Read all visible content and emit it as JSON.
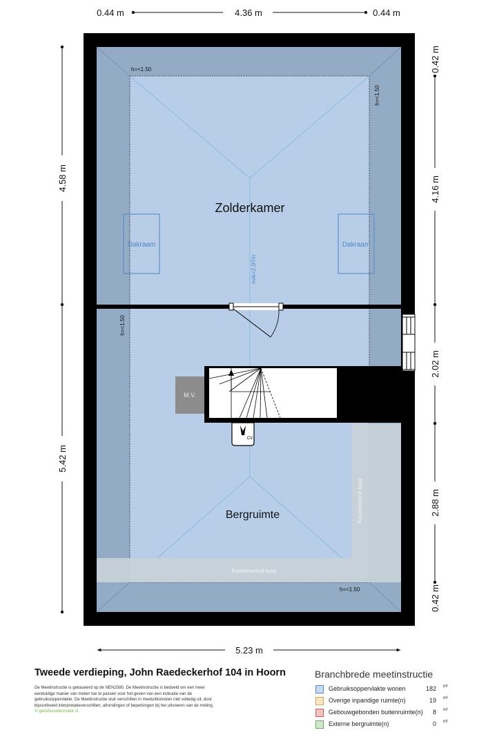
{
  "dimensions": {
    "top_left": "0.44 m",
    "top_center": "4.36 m",
    "top_right": "0.44 m",
    "left_upper": "4.58 m",
    "left_lower": "5.42 m",
    "right_1": "0.42 m",
    "right_2": "4.16 m",
    "right_3": "2.02 m",
    "right_4": "2.88 m",
    "right_5": "0.42 m",
    "bottom": "5.23 m"
  },
  "rooms": {
    "zolderkamer": "Zolderkamer",
    "bergruimte": "Bergruimte"
  },
  "annotations": {
    "dakraam_left": "Dakraam",
    "dakraam_right": "Dakraam",
    "nok": "nok=2.97m",
    "h_top": "h=<1.50",
    "h_right": "h=<1.50",
    "h_left": "h=<1.50",
    "h_bottom": "h=<1.50",
    "mv": "M.V.",
    "cv": "CV",
    "kastenwand_vertical": "Kastenwand laag",
    "kastenwand_horizontal": "Kastenwand laag"
  },
  "footer": {
    "title": "Tweede verdieping, John Raedeckerhof 104 in Hoorn",
    "description": "De Meetinstructie is gebaseerd op de NEN2580. De Meetinstructie is bedoeld om een meer eenduidige manier van meten toe te passen voor het geven van een indicatie van de gebruiksoppervlakte. De Meetinstructie sluit verschillen in meetuitkomsten niet volledig uit, door bijvoorbeeld interpretatieverschillen, afrondingen of beperkingen bij het uitvoeren van de meting.",
    "credit": "© gerisbouwtechniek.nl"
  },
  "legend": {
    "title": "Branchbrede meetinstructie",
    "unit": "m²",
    "items": [
      {
        "label": "Gebruiksoppervlakte wonen",
        "value": "182",
        "color": "#c6dcf2",
        "border": "#5b87c5"
      },
      {
        "label": "Overige inpandige ruimte(n)",
        "value": "19",
        "color": "#fbe7c4",
        "border": "#d9a34a"
      },
      {
        "label": "Gebouwgebonden buitenruimte(n)",
        "value": "8",
        "color": "#f4c4c4",
        "border": "#c85a5a"
      },
      {
        "label": "Externe bergruimte(n)",
        "value": "0",
        "color": "#cfe8cb",
        "border": "#6aa864"
      }
    ]
  },
  "colors": {
    "wall": "#000000",
    "room_fill": "#b7cde8",
    "low_zone": "#94abc6",
    "cabinet": "#c8d1d8",
    "annotation": "#4f86c6",
    "mv_box": "#8c8c8c"
  }
}
